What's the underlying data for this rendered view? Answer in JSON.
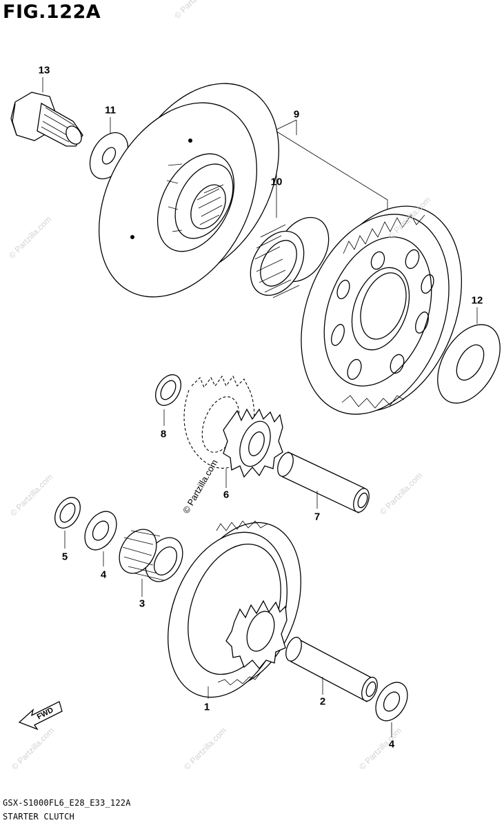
{
  "figure": {
    "title": "FIG.122A",
    "footer_code": "GSX-S1000FL6_E28_E33_122A",
    "footer_name": "STARTER CLUTCH",
    "fwd_label": "FWD"
  },
  "callouts": {
    "c1": "1",
    "c2": "2",
    "c3": "3",
    "c4a": "4",
    "c4b": "4",
    "c5": "5",
    "c6": "6",
    "c7": "7",
    "c8": "8",
    "c9": "9",
    "c10": "10",
    "c11": "11",
    "c12": "12",
    "c13": "13"
  },
  "watermark": {
    "text": "© Partzilla.com"
  }
}
